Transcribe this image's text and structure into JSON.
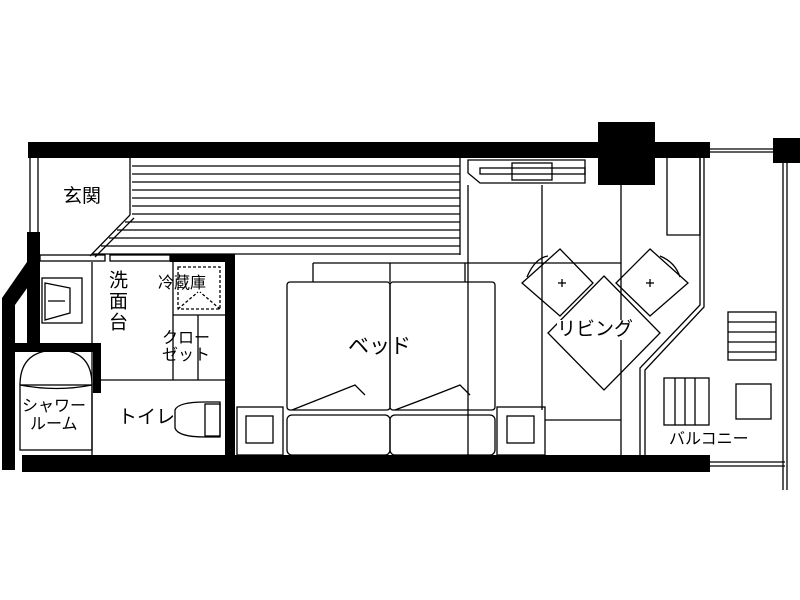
{
  "rooms": {
    "entrance": "玄関",
    "washbasin": "洗面台",
    "fridge": "冷蔵庫",
    "closet_line1": "クロー",
    "closet_line2": "ゼット",
    "shower_line1": "シャワー",
    "shower_line2": "ルーム",
    "toilet": "トイレ",
    "bed": "ベッド",
    "living": "リビング",
    "balcony": "バルコニー"
  },
  "colors": {
    "wall": "#000000",
    "line": "#000000",
    "background": "#ffffff"
  }
}
